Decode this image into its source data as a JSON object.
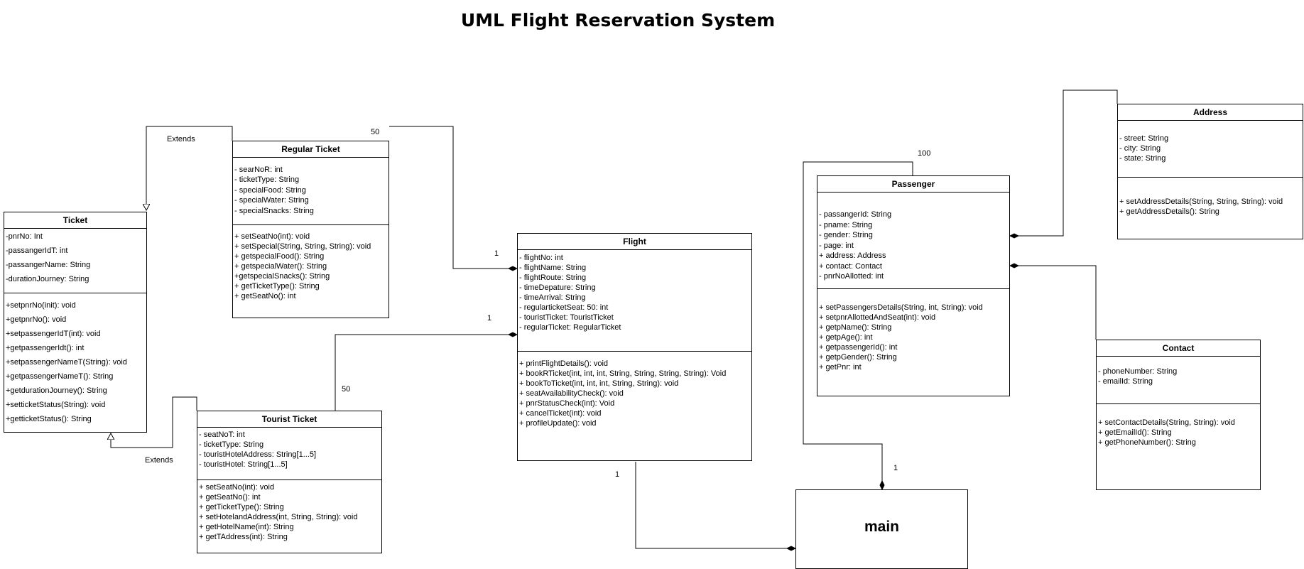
{
  "title": "UML Flight Reservation System",
  "classes": {
    "ticket": {
      "name": "Ticket",
      "attributes": [
        "-pnrNo: Int",
        "-passangerIdT: int",
        " -passangerName: String",
        "-durationJourney: String"
      ],
      "methods": [
        "+setpnrNo(init): void",
        " +getpnrNo(): void",
        "+setpassengerIdT(int): void",
        " +getpassengerIdt(): int",
        "+setpassengerNameT(String): void",
        "+getpassengerNameT(): String",
        "+getdurationJourney(): String",
        " +setticketStatus(String): void",
        " +getticketStatus(): String"
      ]
    },
    "regular": {
      "name": "Regular Ticket",
      "attributes": [
        "- searNoR: int",
        "- ticketType: String",
        "- specialFood: String",
        "- specialWater: String",
        "- specialSnacks: String"
      ],
      "methods": [
        "+ setSeatNo(int): void",
        "+ setSpecial(String, String, String): void",
        "+ getspecialFood(): String",
        "+ getspecialWater(): String",
        "+getspecialSnacks(): String",
        "+ getTicketType(): String",
        "+ getSeatNo(): int"
      ]
    },
    "tourist": {
      "name": "Tourist Ticket",
      "attributes": [
        "- seatNoT: int",
        "- ticketType: String",
        "- touristHotelAddress: String[1...5]",
        "- touristHotel: String[1...5]"
      ],
      "methods": [
        "+ setSeatNo(int): void",
        "+ getSeatNo(): int",
        "+ getTicketType(): String",
        "+ setHotelandAddress(int, String, String): void",
        "+ getHotelName(int): String",
        "+ getTAddress(int): String"
      ]
    },
    "flight": {
      "name": "Flight",
      "attributes": [
        "- flightNo: int",
        "- flightName: String",
        "- flightRoute: String",
        "- timeDepature: String",
        "- timeArrival: String",
        "- regularticketSeat: 50: int",
        "- touristTicket: TouristTicket",
        "- regularTicket: RegularTicket"
      ],
      "methods": [
        "+ printFlightDetails(): void",
        "+ bookRTicket(int, int, int, String, String, String, String): Void",
        "+ bookToTicket(int, int, int, String, String): void",
        "+ seatAvailabilityCheck(): void",
        "+ pnrStatusCheck(int): Void",
        "+ cancelTicket(int): void",
        "+ profileUpdate(): void"
      ]
    },
    "passenger": {
      "name": "Passenger",
      "attributes": [
        "- passangerId: String",
        "- pname: String",
        "- gender: String",
        "- page: int",
        "+ address: Address",
        "+ contact: Contact",
        "- pnrNoAllotted: int"
      ],
      "methods": [
        "+ setPassengersDetails(String, int, String): void",
        "+ setpnrAllottedAndSeat(int): void",
        "+ getpName(): String",
        "+ getpAge(): int",
        "+ getpassengerId(): int",
        "+ getpGender(): String",
        "+ getPnr: int"
      ]
    },
    "address": {
      "name": "Address",
      "attributes": [
        "- street: String",
        "- city: String",
        "- state: String"
      ],
      "methods": [
        "+ setAddressDetails(String, String, String): void",
        "+ getAddressDetails(): String"
      ]
    },
    "contact": {
      "name": "Contact",
      "attributes": [
        "- phoneNumber: String",
        "- emailId: String"
      ],
      "methods": [
        "+ setContactDetails(String, String): void",
        "+ getEmailId(): String",
        "+ getPhoneNumber(): String"
      ]
    },
    "main": {
      "name": "main"
    }
  },
  "connector_labels": {
    "extends_regular": "Extends",
    "extends_tourist": "Extends",
    "regular_flight_many": "50",
    "regular_flight_one": "1",
    "tourist_flight_many": "50",
    "tourist_flight_one": "1",
    "flight_main_one": "1",
    "passenger_main_many": "100",
    "passenger_main_one": "1"
  }
}
